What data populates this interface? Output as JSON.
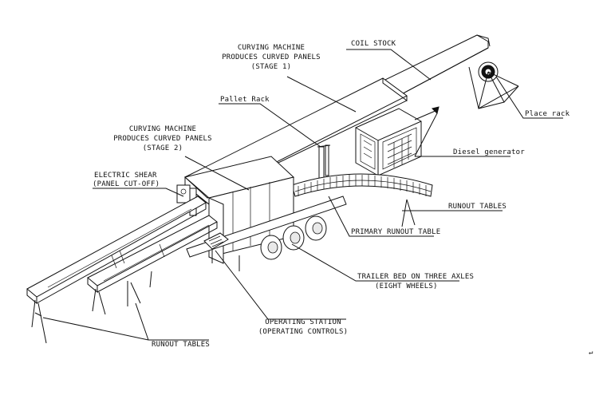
{
  "labels": {
    "coil_stock": "COIL STOCK",
    "curving_stage1_l1": "CURVING MACHINE",
    "curving_stage1_l2": "PRODUCES CURVED PANELS",
    "curving_stage1_l3": "(STAGE 1)",
    "pallet_rack": "Pallet Rack",
    "place_rack": "Place rack",
    "curving_stage2_l1": "CURVING MACHINE",
    "curving_stage2_l2": "PRODUCES CURVED PANELS",
    "curving_stage2_l3": "(STAGE 2)",
    "diesel_generator": "Diesel generator",
    "electric_shear_l1": "ELECTRIC SHEAR",
    "electric_shear_l2": "(PANEL CUT-OFF)",
    "runout_tables_right": "RUNOUT TABLES",
    "primary_runout_table": "PRIMARY RUNOUT TABLE",
    "trailer_bed_l1": "TRAILER BED ON THREE AXLES",
    "trailer_bed_l2": "(EIGHT WHEELS)",
    "operating_station_l1": "OPERATING STATION",
    "operating_station_l2": "(OPERATING CONTROLS)",
    "runout_tables_bottom": "RUNOUT TABLES",
    "return_mark": "↵"
  }
}
